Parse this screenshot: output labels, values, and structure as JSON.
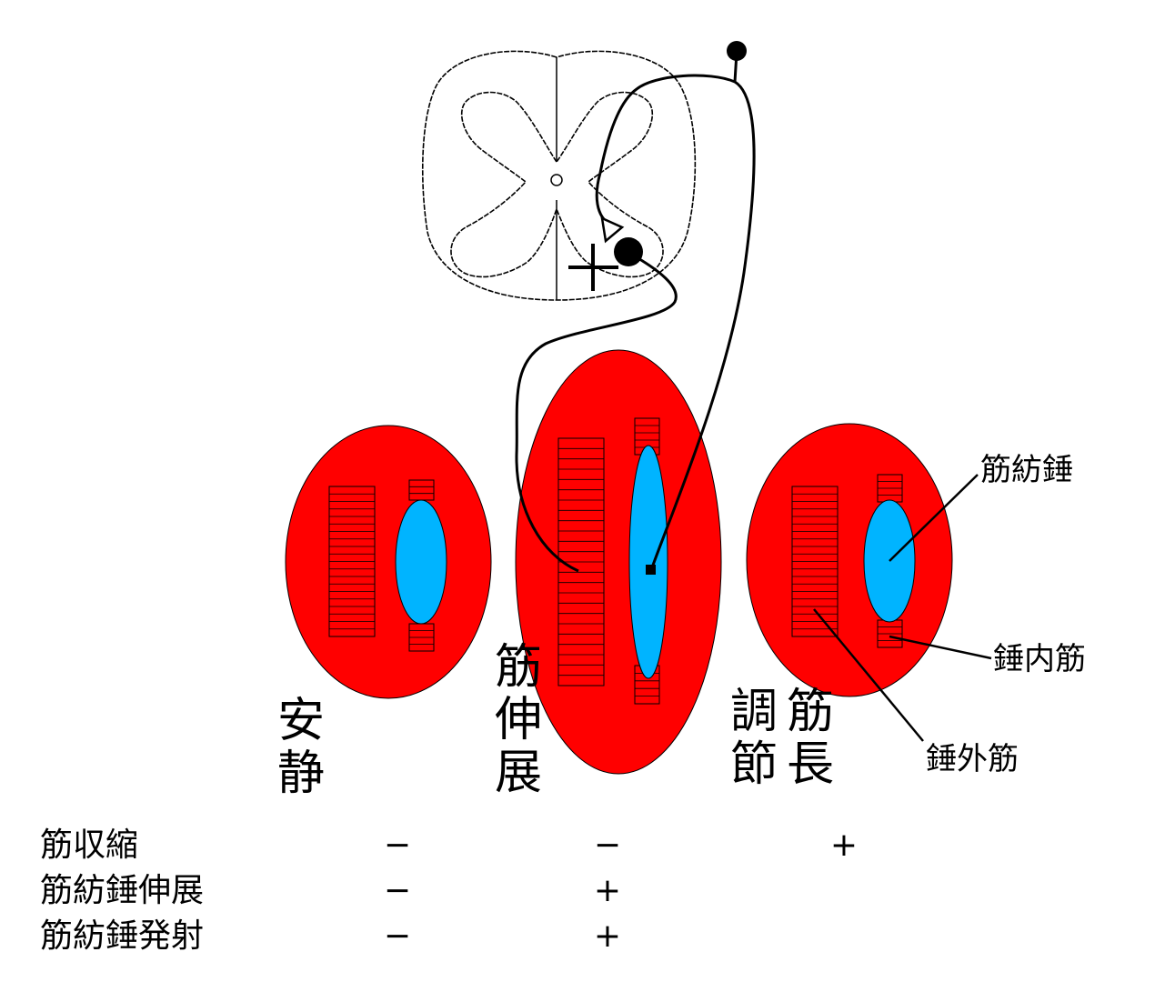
{
  "states": {
    "rest": "安\n静",
    "stretch": "筋\n伸\n展",
    "length_adjust_col1": "調\n節",
    "length_adjust_col2": "筋\n長"
  },
  "callouts": {
    "spindle": "筋紡錘",
    "intrafusal": "錘内筋",
    "extrafusal": "錘外筋"
  },
  "spinal_cord": {
    "sign": "+"
  },
  "table": {
    "rows": [
      {
        "label": "筋収縮",
        "values": [
          "−",
          "−",
          "+"
        ]
      },
      {
        "label": "筋紡錘伸展",
        "values": [
          "−",
          "+",
          ""
        ]
      },
      {
        "label": "筋紡錘発射",
        "values": [
          "−",
          "+",
          ""
        ]
      }
    ]
  },
  "colors": {
    "muscle": "#ff0000",
    "spindle": "#00b4ff",
    "outline": "#000000"
  }
}
